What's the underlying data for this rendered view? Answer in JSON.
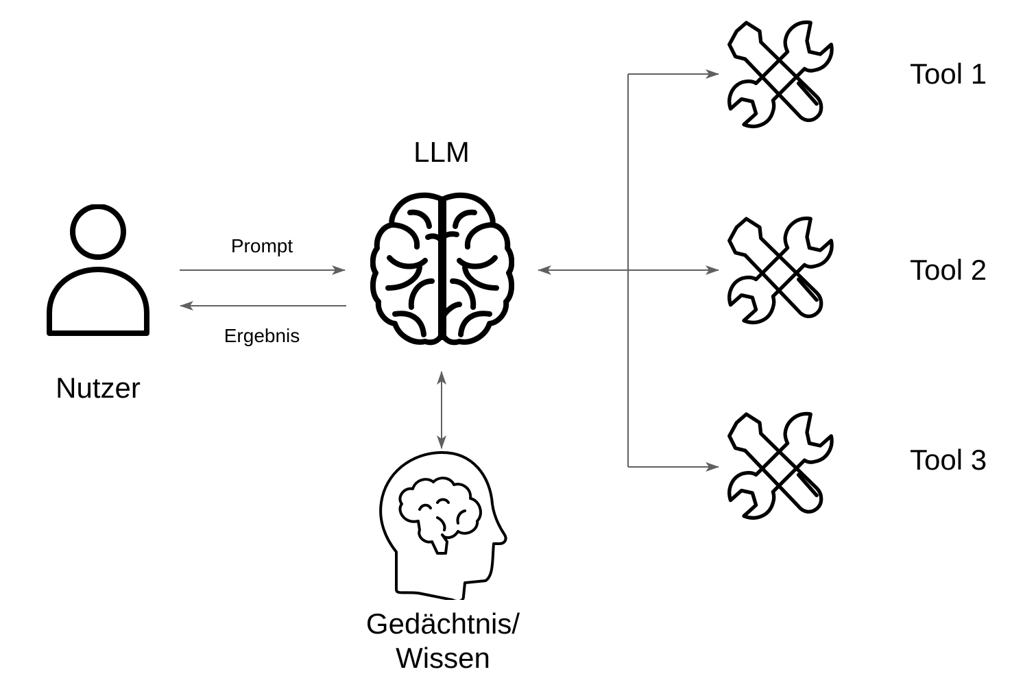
{
  "diagram": {
    "title": "LLM Agent mit Tools",
    "nodes": {
      "user": {
        "label": "Nutzer",
        "icon": "person-icon"
      },
      "llm": {
        "label": "LLM",
        "icon": "brain-icon"
      },
      "memory": {
        "label_line1": "Gedächtnis/",
        "label_line2": "Wissen",
        "icon": "head-brain-icon"
      },
      "tools": [
        {
          "label": "Tool 1",
          "icon": "tools-icon"
        },
        {
          "label": "Tool 2",
          "icon": "tools-icon"
        },
        {
          "label": "Tool 3",
          "icon": "tools-icon"
        }
      ]
    },
    "edges": [
      {
        "from": "Nutzer",
        "to": "LLM",
        "label": "Prompt"
      },
      {
        "from": "LLM",
        "to": "Nutzer",
        "label": "Ergebnis"
      },
      {
        "from": "LLM",
        "to": "Gedächtnis/Wissen",
        "label": "",
        "bidirectional": true
      },
      {
        "from": "LLM",
        "to": "Tool 1",
        "label": ""
      },
      {
        "from": "LLM",
        "to": "Tool 2",
        "label": "",
        "bidirectional": true
      },
      {
        "from": "LLM",
        "to": "Tool 3",
        "label": ""
      }
    ],
    "colors": {
      "arrow": "#606060",
      "icon": "#000000",
      "background": "#ffffff"
    }
  }
}
